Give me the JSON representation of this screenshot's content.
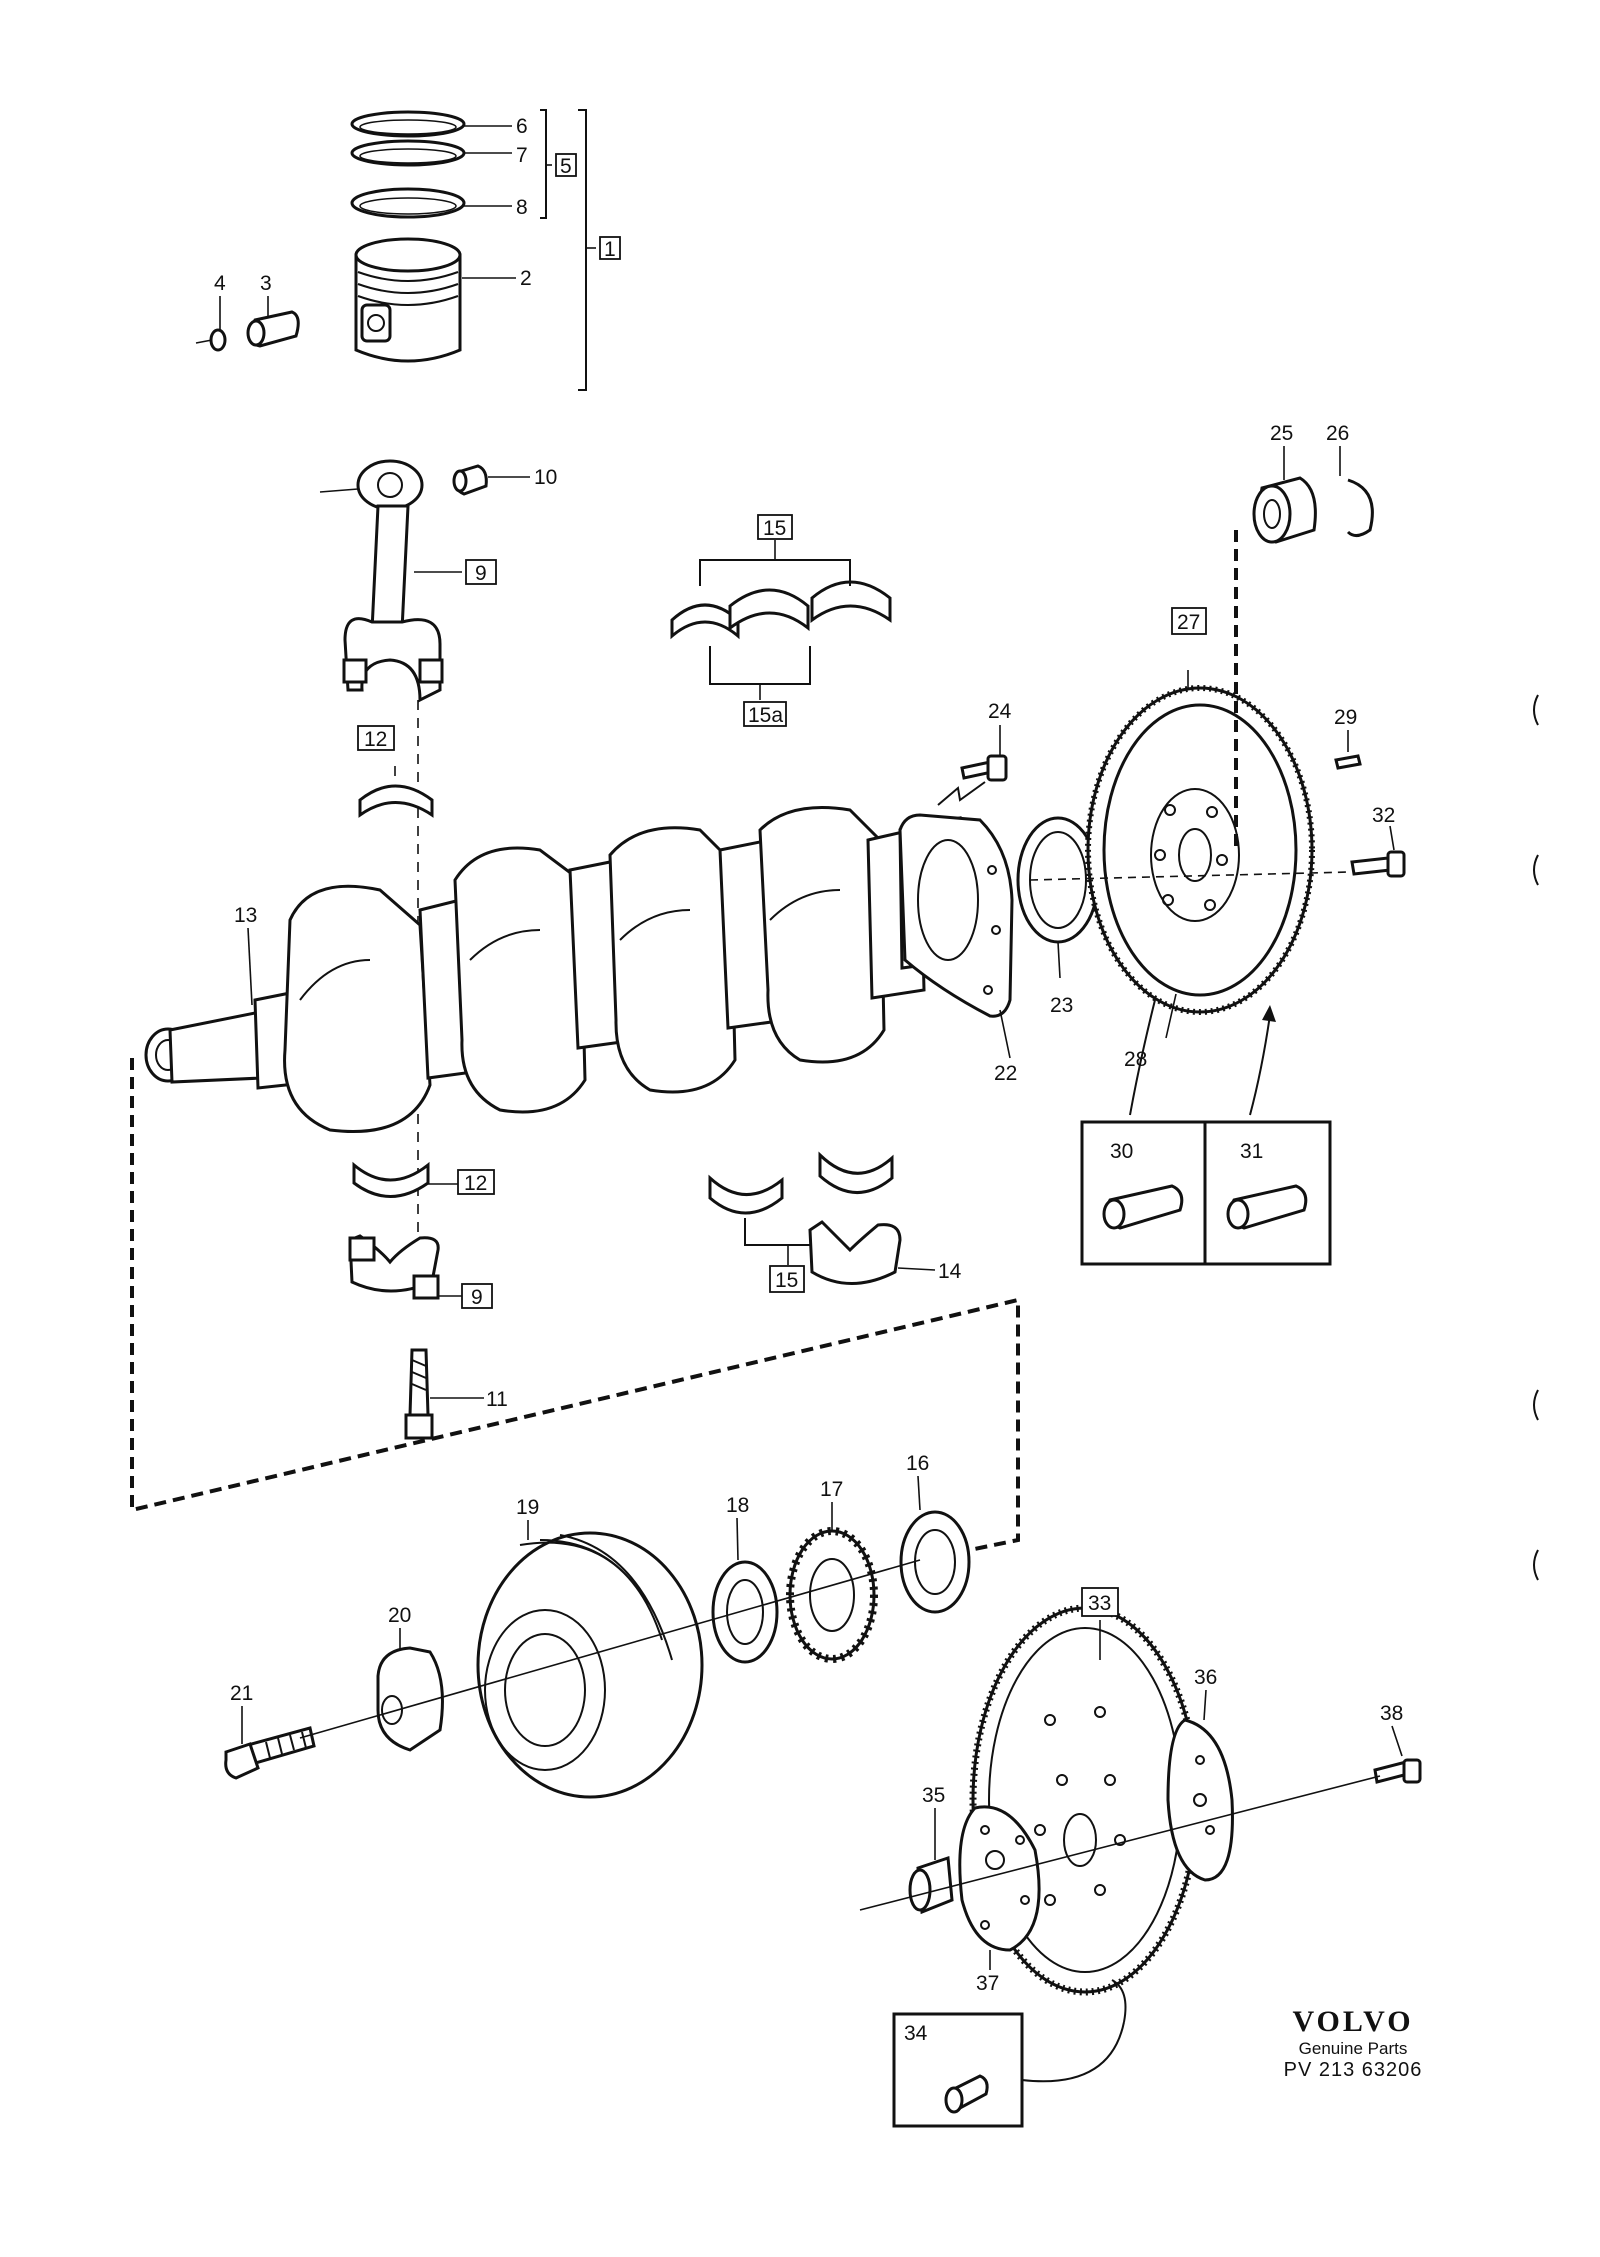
{
  "diagram": {
    "labels": {
      "p1": "1",
      "p2": "2",
      "p3": "3",
      "p4": "4",
      "p5": "5",
      "p6": "6",
      "p7": "7",
      "p8": "8",
      "p9a": "9",
      "p9b": "9",
      "p10": "10",
      "p11": "11",
      "p12a": "12",
      "p12b": "12",
      "p13": "13",
      "p14": "14",
      "p15a": "15",
      "p15b": "15",
      "p15c": "15a",
      "p16": "16",
      "p17": "17",
      "p18": "18",
      "p19": "19",
      "p20": "20",
      "p21": "21",
      "p22": "22",
      "p23": "23",
      "p24": "24",
      "p25": "25",
      "p26": "26",
      "p27": "27",
      "p28": "28",
      "p29": "29",
      "p30": "30",
      "p31": "31",
      "p32": "32",
      "p33": "33",
      "p34": "34",
      "p35": "35",
      "p36": "36",
      "p37": "37",
      "p38": "38"
    }
  },
  "brand": {
    "logo": "VOLVO",
    "line": "Genuine Parts",
    "code": "PV  213 63206"
  }
}
